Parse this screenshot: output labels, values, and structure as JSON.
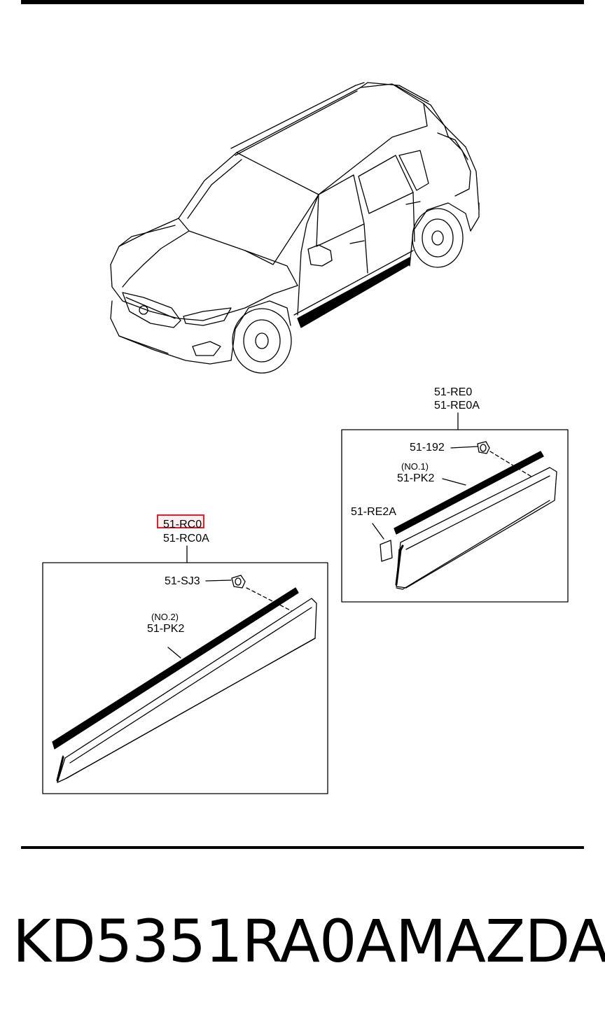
{
  "diagram": {
    "labels": {
      "re0": "51-RE0",
      "re0a": "51-RE0A",
      "part_192": "51-192",
      "no1": "(NO.1)",
      "pk2_front": "51-PK2",
      "re2a": "51-RE2A",
      "rc0": "51-RC0",
      "rc0a": "51-RC0A",
      "sj3": "51-SJ3",
      "no2": "(NO.2)",
      "pk2_rear": "51-PK2"
    },
    "highlight_color": "#e0202a"
  },
  "footer": {
    "part_number": "KD5351RA0A",
    "brand": "MAZDA"
  }
}
